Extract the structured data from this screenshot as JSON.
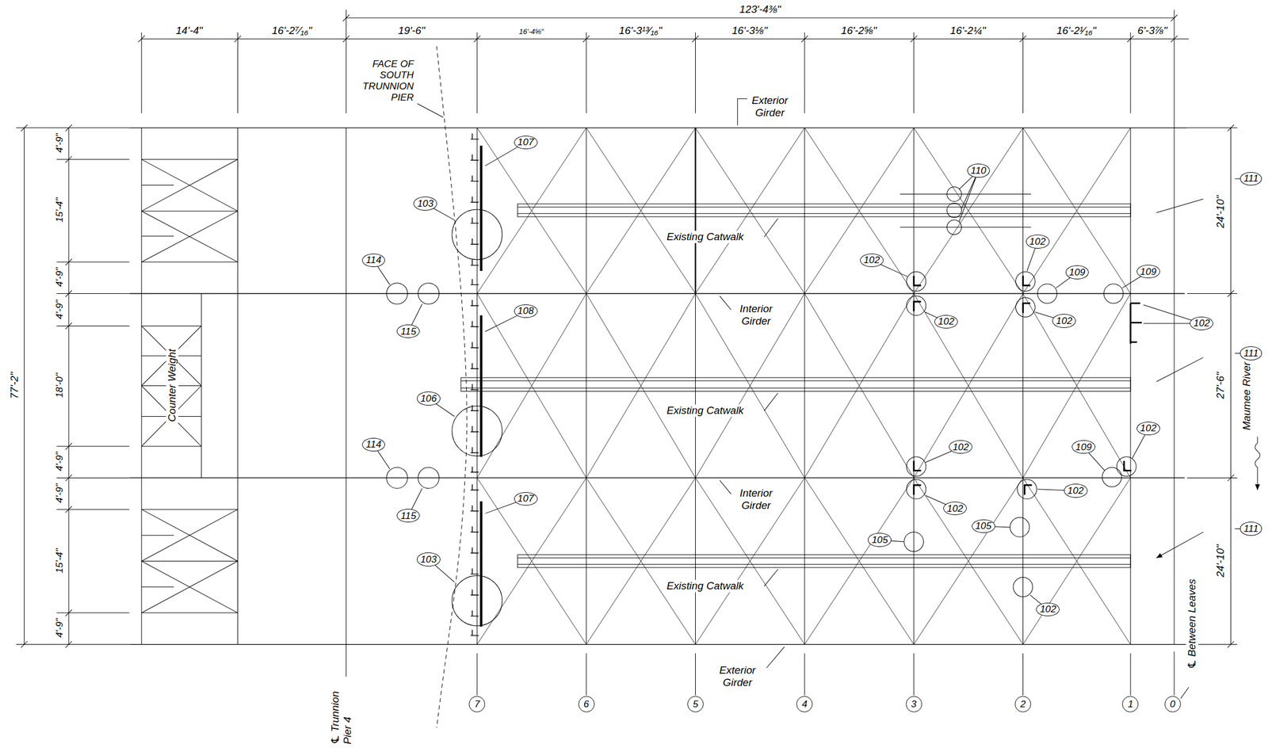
{
  "diagram": {
    "nodes": [
      {
        "text": [
          "107"
        ]
      },
      {
        "text": [
          "110"
        ]
      },
      {
        "text": [
          "103"
        ]
      },
      {
        "text": [
          "102"
        ]
      },
      {
        "text": [
          "114"
        ]
      },
      {
        "text": [
          "102"
        ]
      },
      {
        "text": [
          "109"
        ]
      },
      {
        "text": [
          "109"
        ]
      },
      {
        "text": [
          "108"
        ]
      },
      {
        "text": [
          "102"
        ]
      },
      {
        "text": [
          "102"
        ]
      },
      {
        "text": [
          "102"
        ]
      },
      {
        "text": [
          "115"
        ]
      },
      {
        "text": [
          "111"
        ]
      },
      {
        "text": [
          "111"
        ]
      },
      {
        "text": [
          "106"
        ]
      },
      {
        "text": [
          "102"
        ]
      },
      {
        "text": [
          "114"
        ]
      },
      {
        "text": [
          "102"
        ]
      },
      {
        "text": [
          "109"
        ]
      },
      {
        "text": [
          "102"
        ]
      },
      {
        "text": [
          "102"
        ]
      },
      {
        "text": [
          "107"
        ]
      },
      {
        "text": [
          "115"
        ]
      },
      {
        "text": [
          "111"
        ]
      },
      {
        "text": [
          "105"
        ]
      },
      {
        "text": [
          "105"
        ]
      },
      {
        "text": [
          "103"
        ]
      },
      {
        "text": [
          "102"
        ]
      },
      {
        "text": [
          "7"
        ]
      },
      {
        "text": [
          "6"
        ]
      },
      {
        "text": [
          "5"
        ]
      },
      {
        "text": [
          "4"
        ]
      },
      {
        "text": [
          "3"
        ]
      },
      {
        "text": [
          "2"
        ]
      },
      {
        "text": [
          "1"
        ]
      },
      {
        "text": [
          "0"
        ]
      }
    ],
    "labels": [
      "123'-4⅜\"",
      "14'-4\"",
      "16'-2⁷⁄₁₆\"",
      "19'-6\"",
      "16'-4⅝\"",
      "16'-3¹³⁄₁₆\"",
      "16'-3⅛\"",
      "16'-2⅝\"",
      "16'-2¼\"",
      "16'-2¹⁄₁₆\"",
      "6'-3⅞\"",
      "FACE OF SOUTH TRUNNION PIER",
      "Exterior Girder",
      "Existing Catwalk",
      "Interior Girder",
      "Existing Catwalk",
      "Interior Girder",
      "Existing Catwalk",
      "Exterior Girder",
      "Counter Weight",
      "4'-9\"",
      "15'-4\"",
      "4'-9\"",
      "4'-9\"",
      "18'-0\"",
      "4'-9\"",
      "4'-9\"",
      "15'-4\"",
      "4'-9\"",
      "77'-2\"",
      "24'-10\"",
      "27'-6\"",
      "24'-10\"",
      "Maumee River",
      "℄ Between Leaves",
      "℄ Trunnion Pier 4"
    ]
  }
}
